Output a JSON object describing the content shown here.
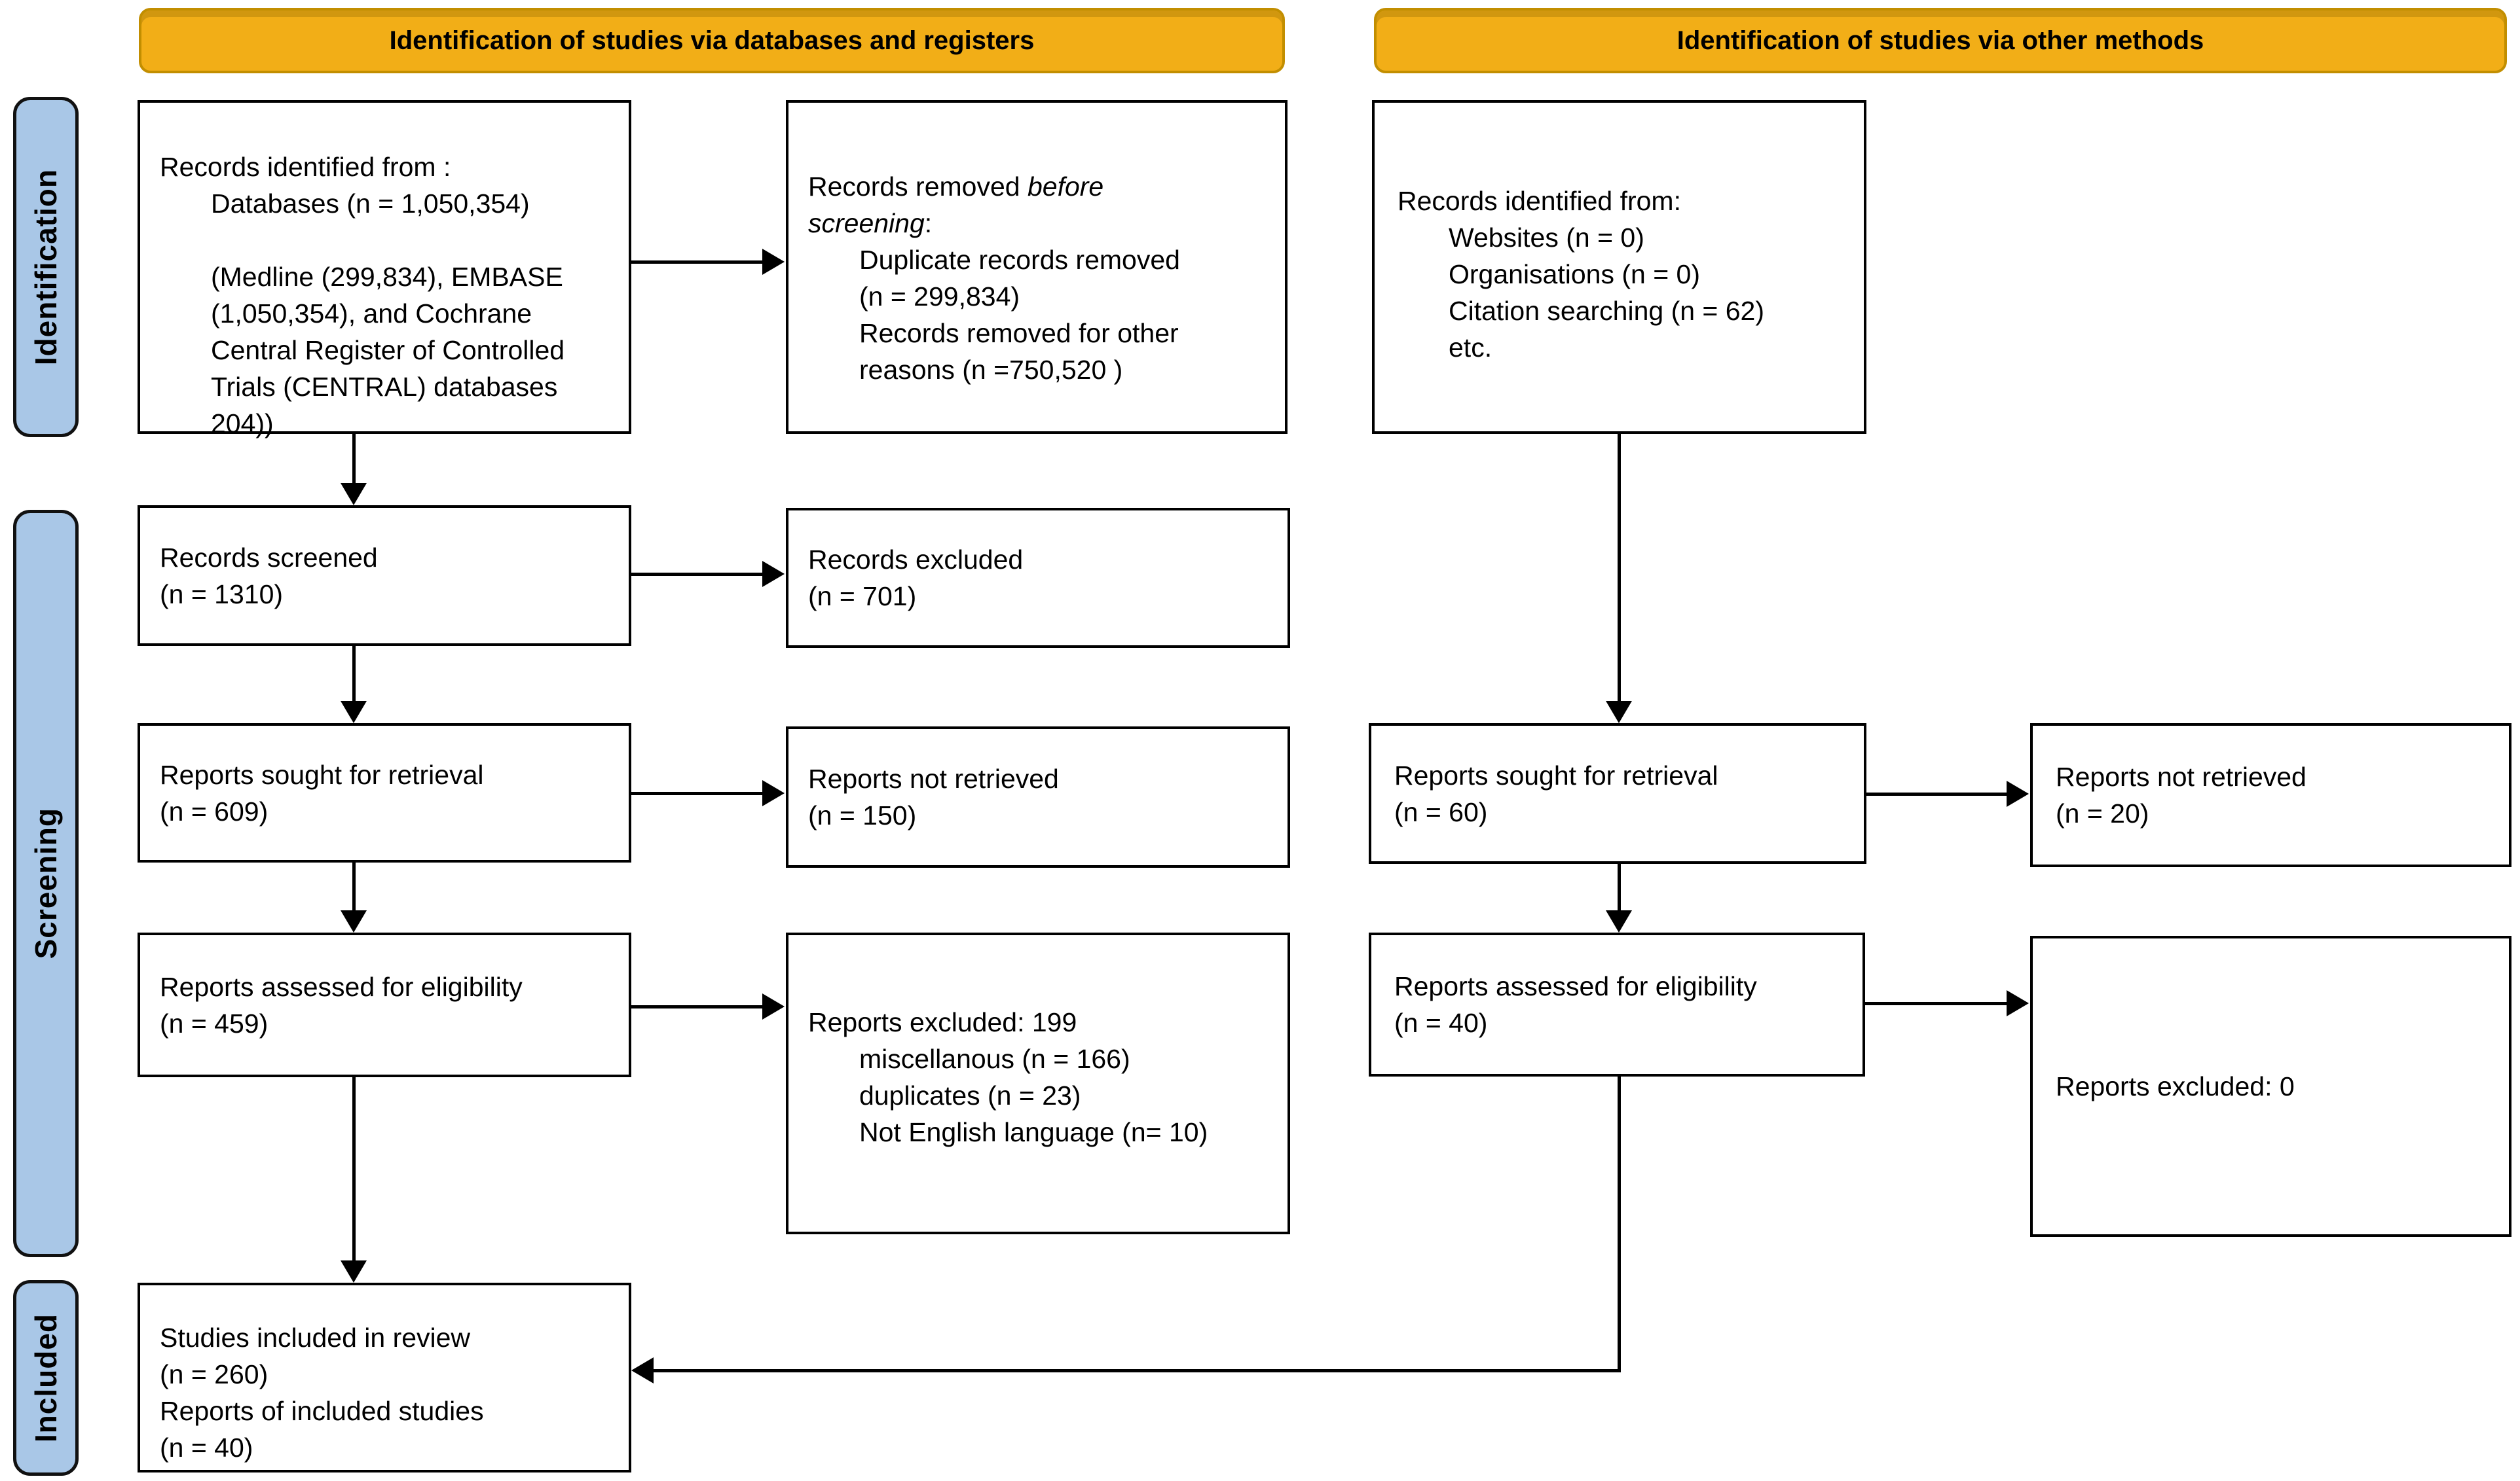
{
  "colors": {
    "banner_bg": "#F2AE17",
    "banner_border": "#C28E00",
    "sidebar_bg": "#A9C7E7",
    "box_border": "#000000",
    "line": "#000000",
    "page_bg": "#FFFFFF"
  },
  "banners": {
    "left": "Identification of studies via databases and registers",
    "right": "Identification of studies via other methods"
  },
  "sidebar": {
    "identification": "Identification",
    "screening": "Screening",
    "included": "Included"
  },
  "left_col": {
    "records_identified": {
      "title": "Records identified from :",
      "databases": "Databases (n = 1,050,354)",
      "detail": [
        "(Medline (299,834), EMBASE",
        "(1,050,354), and Cochrane",
        "Central Register of Controlled",
        "Trials (CENTRAL) databases",
        "204))"
      ]
    },
    "records_removed": {
      "title_normal": "Records removed ",
      "title_italic": "before",
      "title_italic2": "screening",
      "title_colon": ":",
      "duplicate_l1": "Duplicate records removed",
      "duplicate_l2": "(n = 299,834)",
      "other_l1": "Records removed for other",
      "other_l2": "reasons (n =750,520 )"
    },
    "records_screened": {
      "l1": "Records screened",
      "l2": "(n = 1310)"
    },
    "records_excluded": {
      "l1": "Records excluded",
      "l2": "(n = 701)"
    },
    "reports_sought": {
      "l1": "Reports sought for retrieval",
      "l2": "(n = 609)"
    },
    "reports_not_retrieved": {
      "l1": "Reports not retrieved",
      "l2": "(n = 150)"
    },
    "reports_assessed": {
      "l1": "Reports assessed for eligibility",
      "l2": "(n = 459)"
    },
    "reports_excluded": {
      "title": "Reports excluded: 199",
      "items": [
        "miscellanous (n = 166)",
        "duplicates (n = 23)",
        "Not English language (n= 10)"
      ]
    },
    "studies_included": {
      "l1": "Studies included in review",
      "l2": "(n = 260)",
      "l3": "Reports of included studies",
      "l4": "(n = 40)"
    }
  },
  "right_col": {
    "records_identified": {
      "title": "Records identified from:",
      "items": [
        "Websites (n = 0)",
        "Organisations (n = 0)",
        "Citation searching (n = 62)",
        "etc."
      ]
    },
    "reports_sought": {
      "l1": "Reports sought for retrieval",
      "l2": "(n = 60)"
    },
    "reports_not_retrieved": {
      "l1": "Reports not retrieved",
      "l2": "(n = 20)"
    },
    "reports_assessed": {
      "l1": "Reports assessed for eligibility",
      "l2": "(n = 40)"
    },
    "reports_excluded": {
      "l1": "Reports excluded: 0"
    }
  }
}
